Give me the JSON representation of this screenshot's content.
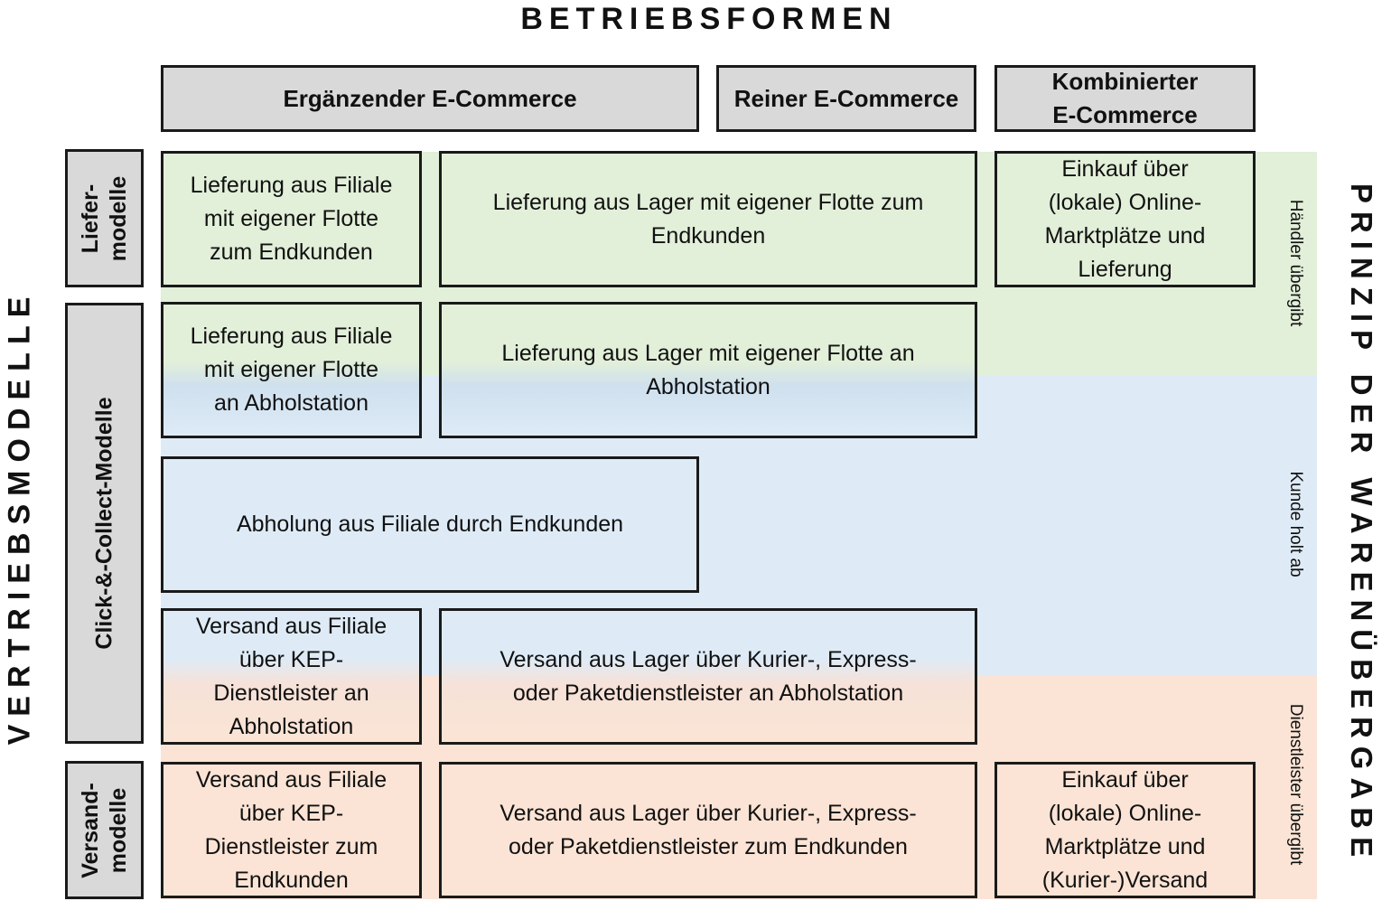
{
  "title_top": "BETRIEBSFORMEN",
  "title_left": "VERTRIEBSMODELLE",
  "title_right": "PRINZIP DER WARENÜBERGABE",
  "columns": {
    "erg": "Ergänzender E-Commerce",
    "rein": "Reiner E-Commerce",
    "komb_line1": "Kombinierter",
    "komb_line2": "E-Commerce"
  },
  "rows": {
    "liefer_line1": "Liefer-",
    "liefer_line2": "modelle",
    "cc": "Click-&-Collect-Modelle",
    "versand_line1": "Versand-",
    "versand_line2": "modelle"
  },
  "zones": {
    "green": "Händler übergibt",
    "blue": "Kunde holt ab",
    "orange": "Dienstleister übergibt"
  },
  "cells": {
    "l_erg": [
      "Lieferung aus Filiale",
      "mit eigener Flotte",
      "zum Endkunden"
    ],
    "l_rein": [
      "Lieferung aus Lager mit eigener Flotte zum",
      "Endkunden"
    ],
    "l_komb": [
      "Einkauf über",
      "(lokale) Online-",
      "Marktplätze und",
      "Lieferung"
    ],
    "c1_erg": [
      "Lieferung aus Filiale",
      "mit eigener Flotte",
      "an Abholstation"
    ],
    "c1_rein": [
      "Lieferung aus Lager mit eigener Flotte an",
      "Abholstation"
    ],
    "c2_erg": [
      "Abholung aus Filiale durch Endkunden"
    ],
    "c3_erg": [
      "Versand aus Filiale",
      "über KEP-",
      "Dienstleister an",
      "Abholstation"
    ],
    "c3_rein": [
      "Versand aus Lager über Kurier-, Express-",
      "oder Paketdienstleister an Abholstation"
    ],
    "v_erg": [
      "Versand aus Filiale",
      "über KEP-",
      "Dienstleister zum",
      "Endkunden"
    ],
    "v_rein": [
      "Versand aus Lager über Kurier-, Express-",
      "oder Paketdienstleister zum Endkunden"
    ],
    "v_komb": [
      "Einkauf über",
      "(lokale) Online-",
      "Marktplätze und",
      "(Kurier-)Versand"
    ]
  }
}
